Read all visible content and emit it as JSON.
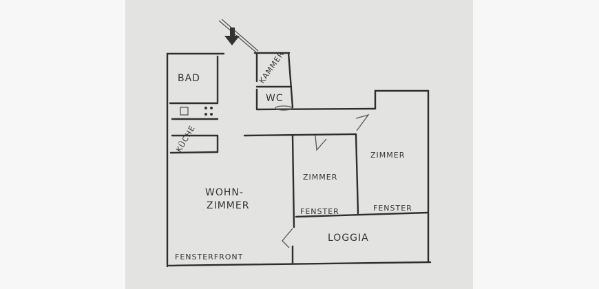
{
  "floor_plan": {
    "rooms": {
      "bad": "BAD",
      "kueche": "KÜCHE",
      "kammer": "KAMMER",
      "wc": "WC",
      "wohnzimmer_line1": "WOHN-",
      "wohnzimmer_line2": "ZIMMER",
      "zimmer_middle": "ZIMMER",
      "zimmer_right": "ZIMMER",
      "loggia": "LOGGIA"
    },
    "windows": {
      "fenster_middle": "FENSTER",
      "fenster_right": "FENSTER",
      "fensterfront": "FENSTERFRONT"
    },
    "entrance": "entrance-arrow"
  }
}
